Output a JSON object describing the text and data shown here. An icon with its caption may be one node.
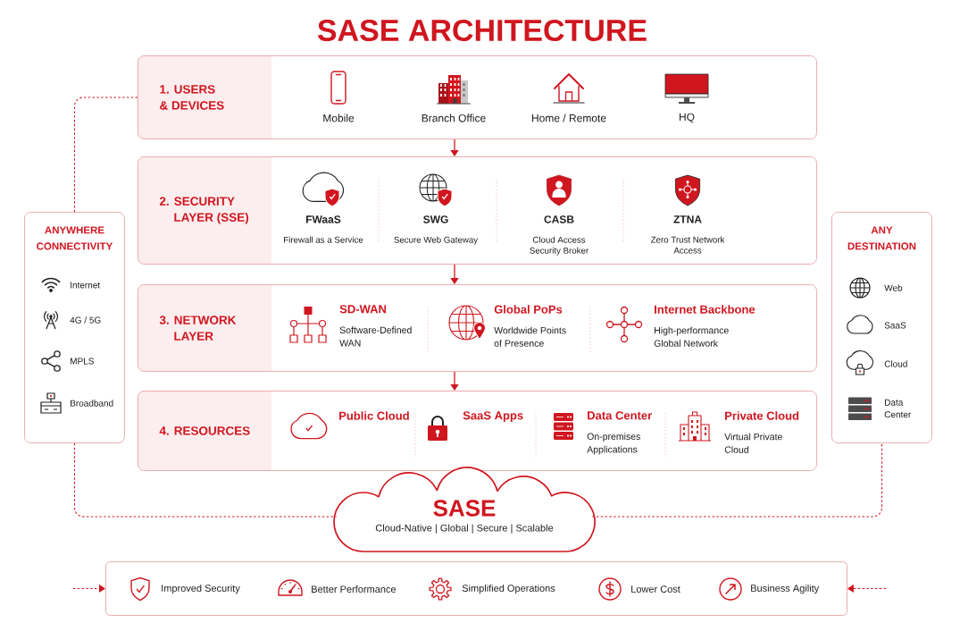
{
  "diagram": {
    "title": "SASE ARCHITECTURE",
    "nodes": [
      {
        "text": [
          "1. USERS & DEVICES"
        ]
      },
      {
        "text": [
          "Mobile"
        ],
        "in": 0
      },
      {
        "text": [
          "Branch Office"
        ],
        "in": 0
      },
      {
        "text": [
          "Home / Remote"
        ],
        "in": 0
      },
      {
        "text": [
          "HQ"
        ],
        "in": 0
      },
      {
        "text": [
          "2. SECURITY LAYER (SSE)"
        ]
      },
      {
        "text": [
          "FWaaS",
          "Firewall as a Service"
        ],
        "in": 5
      },
      {
        "text": [
          "SWG",
          "Secure Web Gateway"
        ],
        "in": 5
      },
      {
        "text": [
          "CASB",
          "Cloud Access Security Broker"
        ],
        "in": 5
      },
      {
        "text": [
          "ZTNA",
          "Zero Trust Network Access"
        ],
        "in": 5
      },
      {
        "text": [
          "3. NETWORK LAYER"
        ]
      },
      {
        "text": [
          "SD-WAN",
          "Software-Defined WAN"
        ],
        "in": 10
      },
      {
        "text": [
          "Global PoPs",
          "Worldwide Points of Presence"
        ],
        "in": 10
      },
      {
        "text": [
          "Internet Backbone",
          "High-performance Global Network"
        ],
        "in": 10
      },
      {
        "text": [
          "4. RESOURCES"
        ]
      },
      {
        "text": [
          "Public Cloud"
        ],
        "in": 14
      },
      {
        "text": [
          "SaaS Apps"
        ],
        "in": 14
      },
      {
        "text": [
          "Data Center",
          "On-premises Applications"
        ],
        "in": 14
      },
      {
        "text": [
          "Private Cloud",
          "Virtual Private Cloud"
        ],
        "in": 14
      },
      {
        "text": [
          "ANYWHERE CONNECTIVITY"
        ]
      },
      {
        "text": [
          "Internet"
        ],
        "in": 19
      },
      {
        "text": [
          "4G / 5G"
        ],
        "in": 19
      },
      {
        "text": [
          "MPLS"
        ],
        "in": 19
      },
      {
        "text": [
          "Broadband"
        ],
        "in": 19
      },
      {
        "text": [
          "ANY DESTINATION"
        ]
      },
      {
        "text": [
          "Web"
        ],
        "in": 24
      },
      {
        "text": [
          "SaaS"
        ],
        "in": 24
      },
      {
        "text": [
          "Cloud"
        ],
        "in": 24
      },
      {
        "text": [
          "Data Center"
        ],
        "in": 24
      },
      {
        "text": [
          "SASE",
          "Cloud-Native | Global | Secure | Scalable"
        ]
      },
      {
        "text": [],
        "shape": "box"
      },
      {
        "text": [
          "Improved Security"
        ],
        "in": 30
      },
      {
        "text": [
          "Better Performance"
        ],
        "in": 30
      },
      {
        "text": [
          "Simplified Operations"
        ],
        "in": 30
      },
      {
        "text": [
          "Lower Cost"
        ],
        "in": 30
      },
      {
        "text": [
          "Business Agility"
        ],
        "in": 30
      }
    ],
    "edges": [
      {
        "from": 0,
        "to": 5,
        "arrow": "to"
      },
      {
        "from": 5,
        "to": 10,
        "arrow": "to"
      },
      {
        "from": 10,
        "to": 14,
        "arrow": "to"
      },
      {
        "from": 0,
        "to": 19,
        "arrow": "none",
        "style": "dashed"
      },
      {
        "from": 19,
        "to": 29,
        "arrow": "none",
        "style": "dashed"
      },
      {
        "from": 29,
        "to": 24,
        "arrow": "none",
        "style": "dashed"
      },
      {
        "from": null,
        "to": 30,
        "arrow": "to",
        "style": "dashed"
      },
      {
        "from": null,
        "to": 30,
        "arrow": "to",
        "style": "dashed"
      }
    ]
  }
}
